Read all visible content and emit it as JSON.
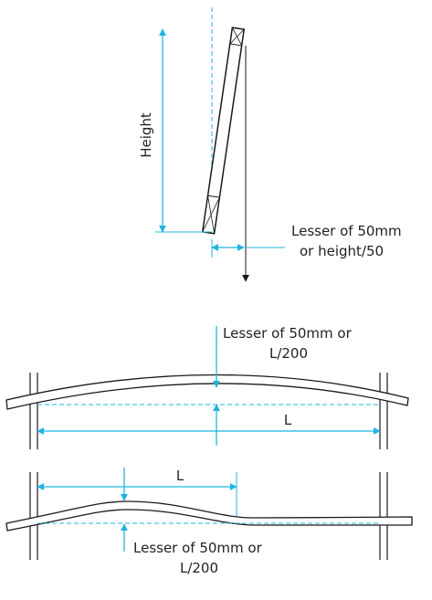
{
  "colors": {
    "accent": "#1fb3e0",
    "ink": "#1a1a1a",
    "background": "#ffffff"
  },
  "labels": {
    "height": "Height",
    "plumb_line1": "Lesser of 50mm",
    "plumb_line2": "or height/50",
    "bow_top_line1": "Lesser of 50mm or",
    "bow_top_line2": "L/200",
    "span_top": "L",
    "span_bottom": "L",
    "bow_bottom_line1": "Lesser of 50mm or",
    "bow_bottom_line2": "L/200"
  }
}
